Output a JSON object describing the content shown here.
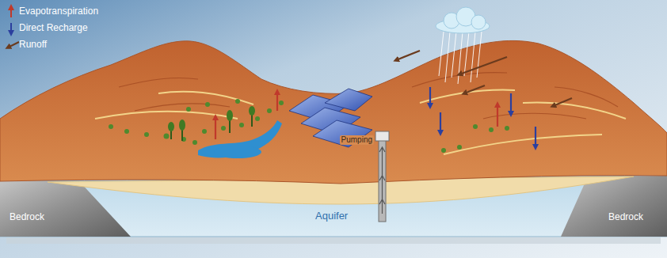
{
  "diagram": {
    "labels": [
      "Pumping",
      "Bedrock",
      "Bedrock",
      "Aquifer"
    ],
    "legend": [
      {
        "text": "Evapotranspiration"
      },
      {
        "text": "Direct Recharge"
      },
      {
        "text": "Runoff"
      }
    ]
  }
}
